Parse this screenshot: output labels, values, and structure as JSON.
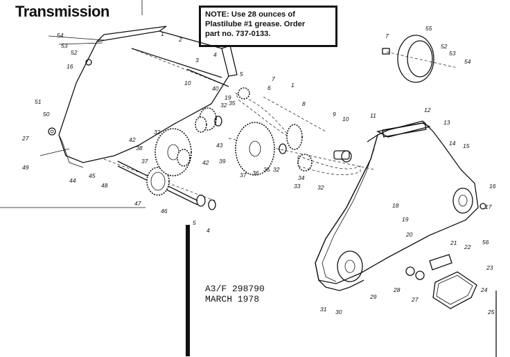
{
  "title": "Transmission",
  "note": {
    "lines": [
      "NOTE: Use 28 ounces of",
      "Plastilube #1 grease. Order",
      "part no. 737-0133."
    ]
  },
  "stamp": {
    "line1": "A3/F 298790",
    "line2": "MARCH 1978"
  },
  "part_numbers": [
    "54",
    "53",
    "52",
    "16",
    "51",
    "50",
    "27",
    "49",
    "44",
    "45",
    "48",
    "47",
    "46",
    "5",
    "4",
    "1",
    "2",
    "3",
    "4",
    "5",
    "7",
    "6",
    "1",
    "8",
    "10",
    "40",
    "19",
    "32",
    "35",
    "32",
    "42",
    "38",
    "37",
    "42",
    "43",
    "39",
    "37",
    "36",
    "35",
    "32",
    "34",
    "33",
    "32",
    "9",
    "10",
    "11",
    "12",
    "13",
    "14",
    "15",
    "16",
    "17",
    "18",
    "19",
    "20",
    "21",
    "22",
    "56",
    "23",
    "24",
    "25",
    "28",
    "27",
    "29",
    "30",
    "31",
    "7",
    "55",
    "52",
    "53",
    "54"
  ]
}
